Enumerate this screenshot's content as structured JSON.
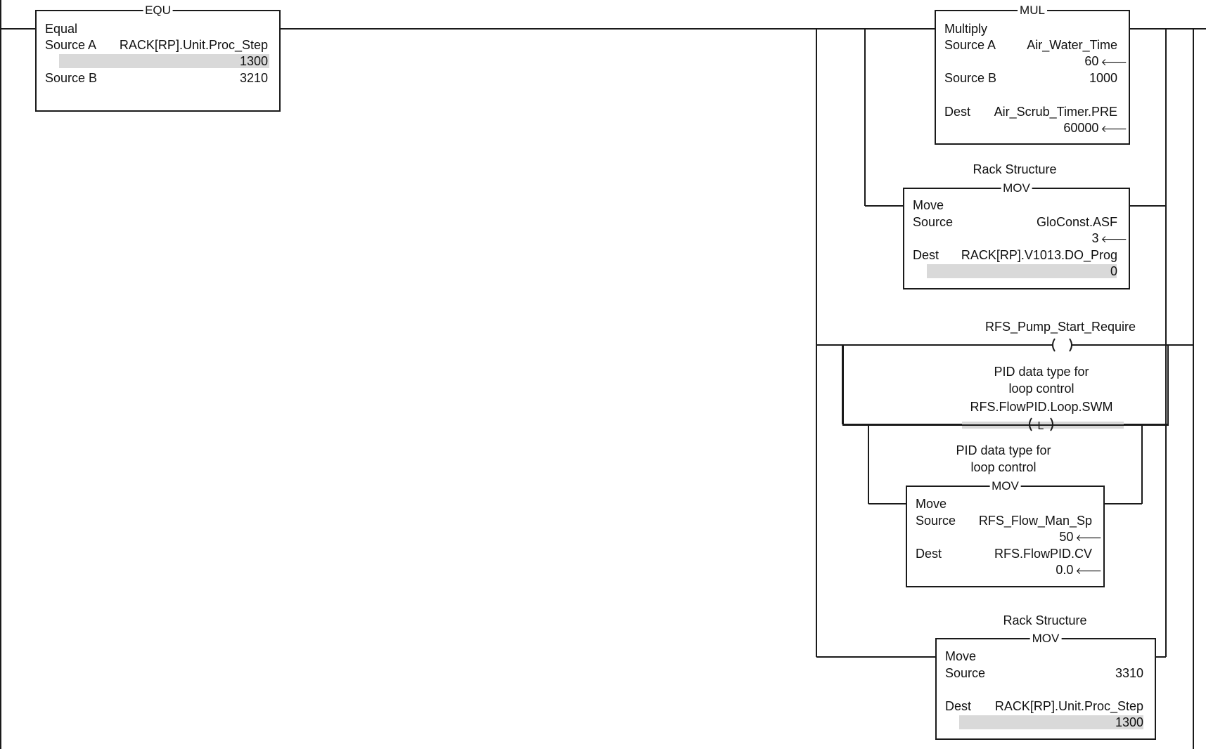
{
  "equ": {
    "title": "EQU",
    "name": "Equal",
    "source_a_label": "Source A",
    "source_a_tag": "RACK[RP].Unit.Proc_Step",
    "source_a_value": "1300",
    "source_b_label": "Source B",
    "source_b_value": "3210"
  },
  "mul": {
    "title": "MUL",
    "name": "Multiply",
    "source_a_label": "Source A",
    "source_a_tag": "Air_Water_Time",
    "source_a_value": "60",
    "source_b_label": "Source B",
    "source_b_value": "1000",
    "dest_label": "Dest",
    "dest_tag": "Air_Scrub_Timer.PRE",
    "dest_value": "60000"
  },
  "mov1": {
    "description": "Rack Structure",
    "title": "MOV",
    "name": "Move",
    "source_label": "Source",
    "source_tag": "GloConst.ASF",
    "source_value": "3",
    "dest_label": "Dest",
    "dest_tag": "RACK[RP].V1013.DO_Prog",
    "dest_value": "0"
  },
  "coil_ote": {
    "tag": "RFS_Pump_Start_Require"
  },
  "coil_latch": {
    "description_line1": "PID data type for",
    "description_line2": "loop control",
    "tag": "RFS.FlowPID.Loop.SWM",
    "symbol": "L"
  },
  "mov2": {
    "description_line1": "PID data type for",
    "description_line2": "loop control",
    "title": "MOV",
    "name": "Move",
    "source_label": "Source",
    "source_tag": "RFS_Flow_Man_Sp",
    "source_value": "50",
    "dest_label": "Dest",
    "dest_tag": "RFS.FlowPID.CV",
    "dest_value": "0.0"
  },
  "mov3": {
    "description": "Rack Structure",
    "title": "MOV",
    "name": "Move",
    "source_label": "Source",
    "source_value": "3310",
    "dest_label": "Dest",
    "dest_tag": "RACK[RP].Unit.Proc_Step",
    "dest_value": "1300"
  },
  "live_arrow": "🡐"
}
